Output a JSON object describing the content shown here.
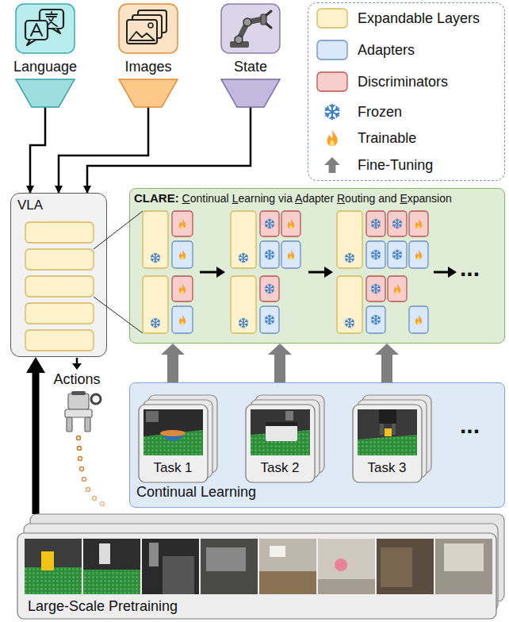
{
  "diagram": {
    "nodes": [
      {
        "text": [
          "Language"
        ]
      },
      {
        "text": [
          "Images"
        ]
      },
      {
        "text": [
          "State"
        ]
      },
      {
        "text": [
          "VLA"
        ]
      },
      {
        "text": [
          "CLARE: Continual Learning via Adapter Routing and Expansion"
        ]
      },
      {
        "text": [
          "Continual Learning"
        ]
      },
      {
        "text": [
          "Task 1"
        ],
        "in": 5
      },
      {
        "text": [
          "Task 2"
        ],
        "in": 5
      },
      {
        "text": [
          "Task 3"
        ],
        "in": 5
      },
      {
        "text": [
          "Large-Scale Pretraining"
        ]
      }
    ],
    "edges": [
      {
        "from": 0,
        "to": 3,
        "arrow": "to"
      },
      {
        "from": 1,
        "to": 3,
        "arrow": "to"
      },
      {
        "from": 2,
        "to": 3,
        "arrow": "to"
      },
      {
        "from": 6,
        "to": 4,
        "arrow": "to"
      },
      {
        "from": 7,
        "to": 4,
        "arrow": "to"
      },
      {
        "from": 8,
        "to": 4,
        "arrow": "to"
      },
      {
        "from": 9,
        "to": 3,
        "arrow": "to"
      }
    ],
    "labels": [
      "Actions",
      "...",
      "..."
    ],
    "legend": [
      {
        "text": "Expandable Layers",
        "color": "#fff2cc"
      },
      {
        "text": "Adapters",
        "color": "#dae8fc"
      },
      {
        "text": "Discriminators",
        "color": "#f8cecc"
      },
      {
        "text": "Frozen"
      },
      {
        "text": "Trainable"
      },
      {
        "text": "Fine-Tuning"
      }
    ]
  }
}
